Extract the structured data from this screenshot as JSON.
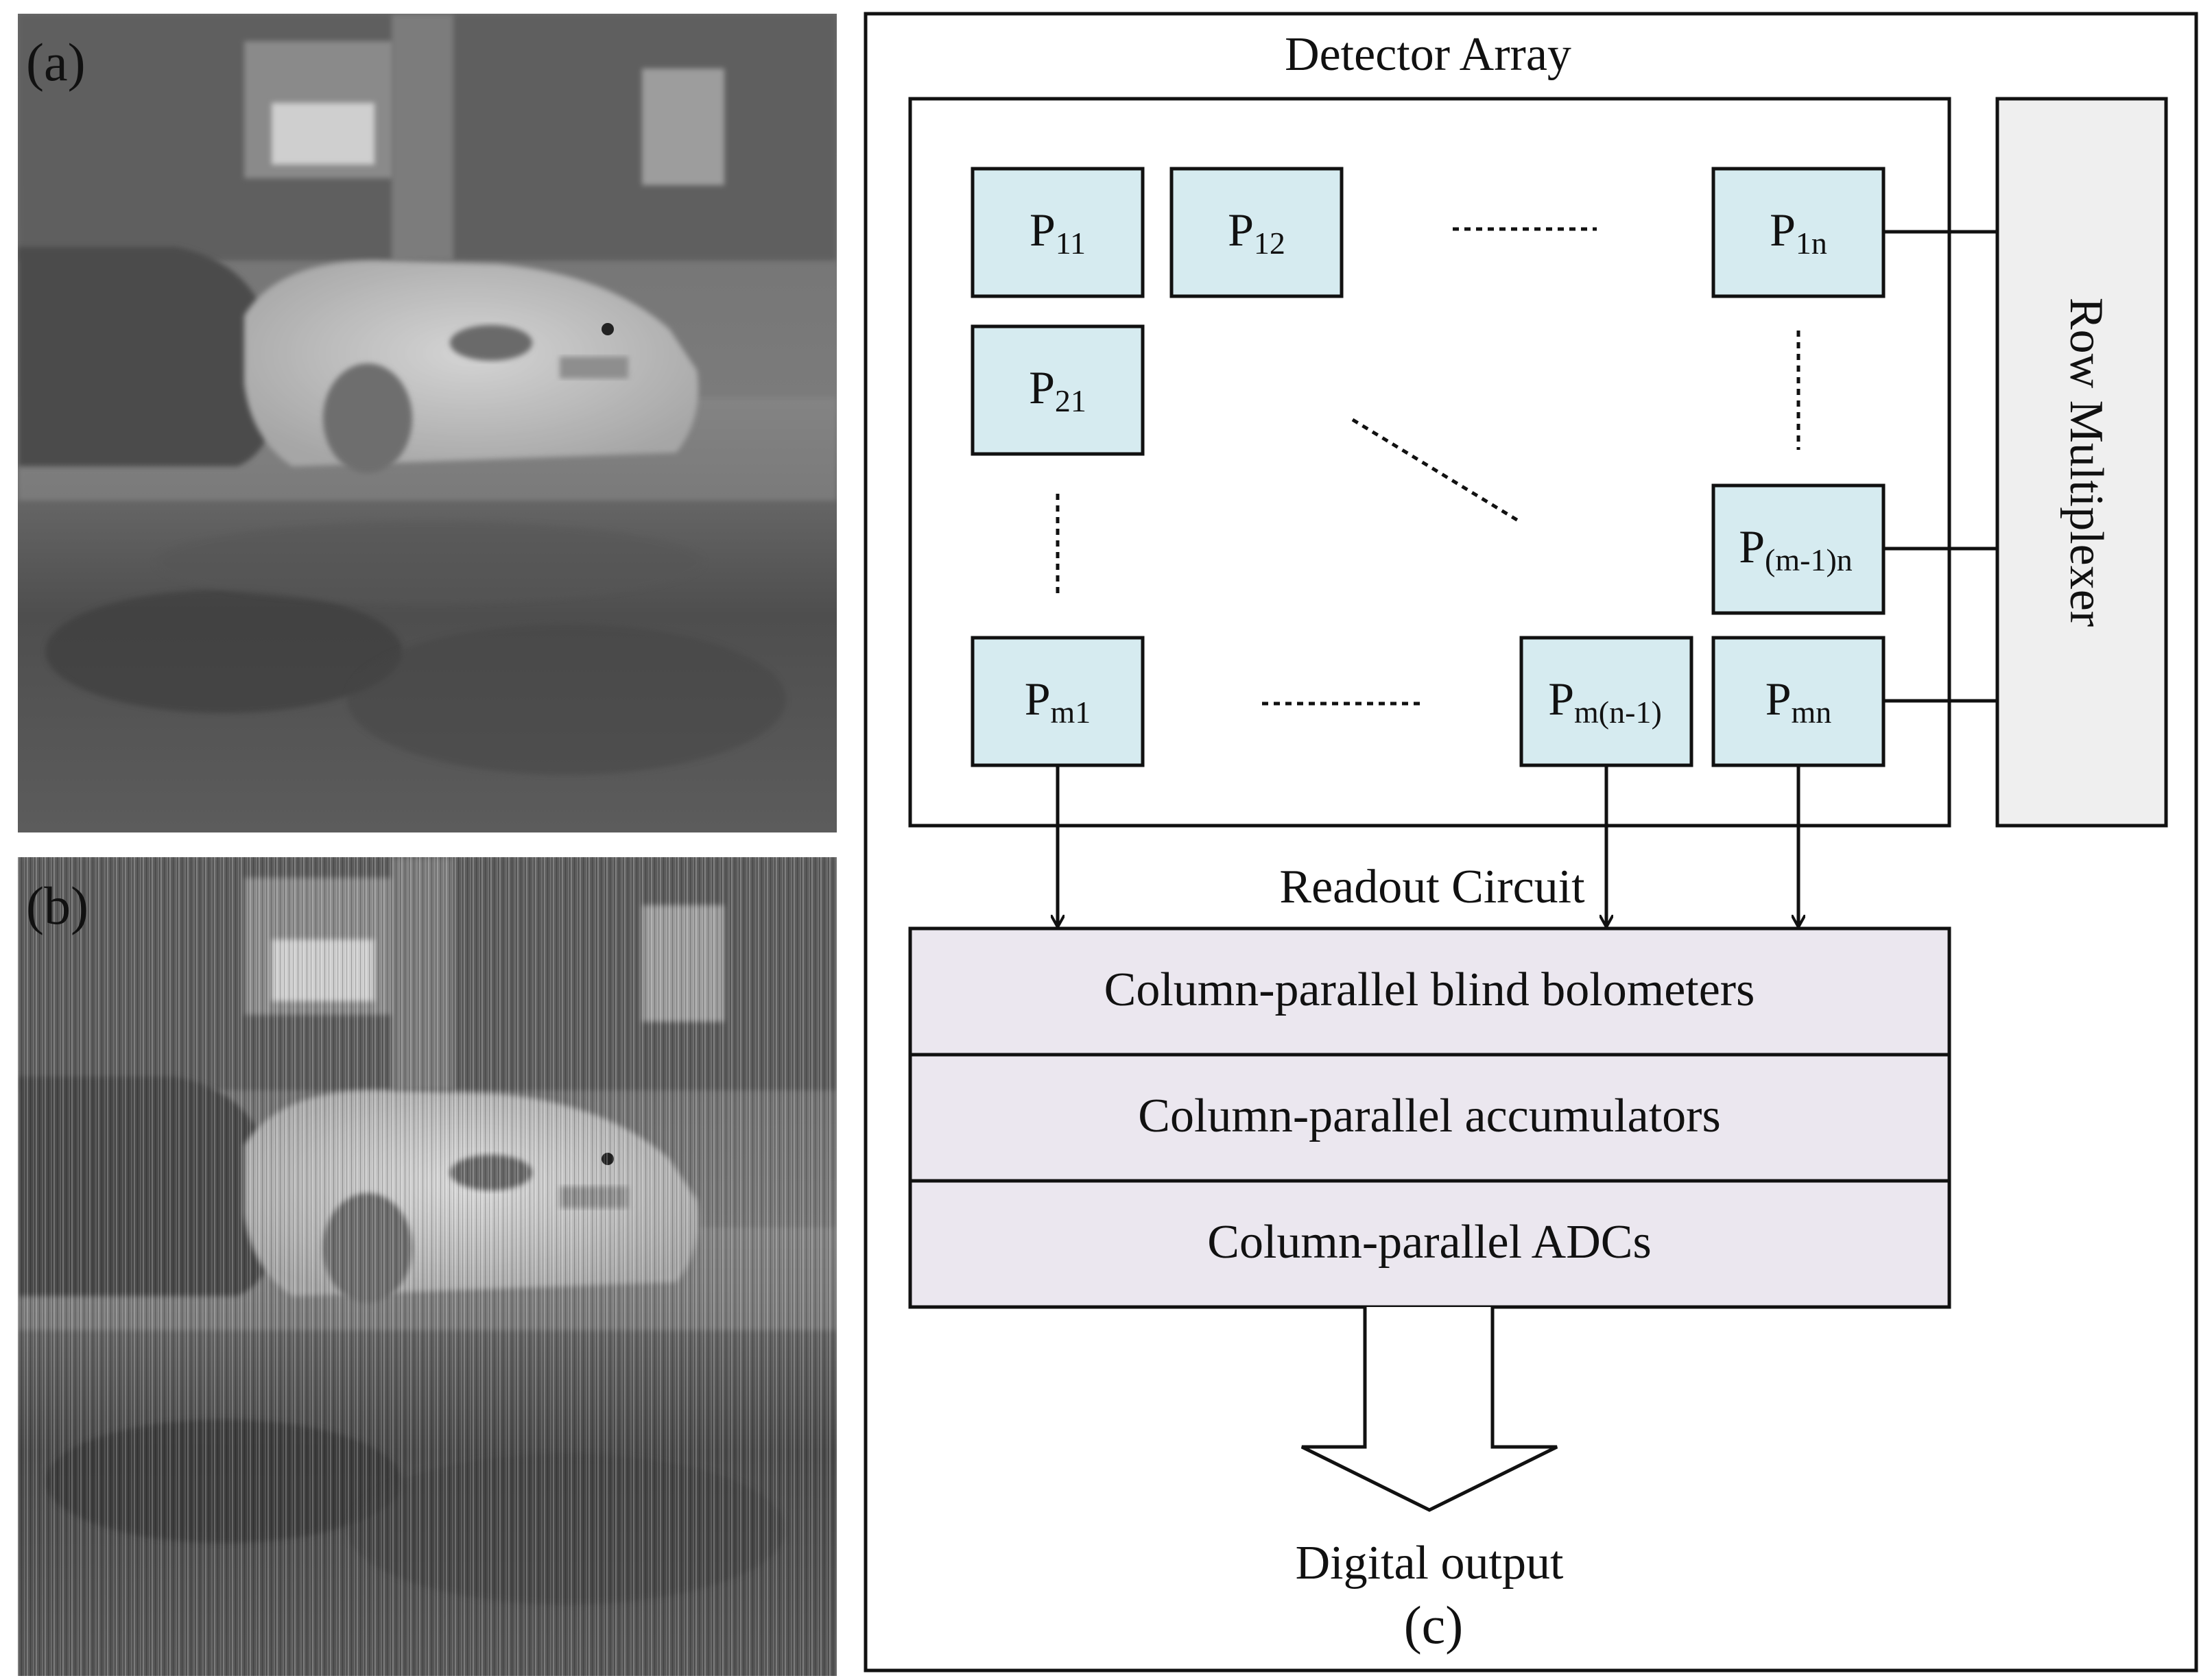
{
  "panels": {
    "a_label": "(a)",
    "b_label": "(b)",
    "c_label": "(c)"
  },
  "diagram": {
    "detector_array_title": "Detector Array",
    "row_multiplexer": "Row Multiplexer",
    "readout_title": "Readout Circuit",
    "readout_rows": [
      "Column-parallel blind bolometers",
      "Column-parallel accumulators",
      "Column-parallel ADCs"
    ],
    "output_label": "Digital output",
    "pixels": {
      "p11": {
        "main": "P",
        "sub": "11"
      },
      "p12": {
        "main": "P",
        "sub": "12"
      },
      "p1n": {
        "main": "P",
        "sub": "1n"
      },
      "p21": {
        "main": "P",
        "sub": "21"
      },
      "pm1n": {
        "main": "P",
        "sub": "(m-1)n"
      },
      "pm1": {
        "main": "P",
        "sub": "m1"
      },
      "pmn1": {
        "main": "P",
        "sub": "m(n-1)"
      },
      "pmn": {
        "main": "P",
        "sub": "mn"
      }
    }
  },
  "colors": {
    "pixel_fill": "#d6ebf0",
    "readout_fill": "#ebe7ef",
    "multiplexer_fill": "#efefef",
    "stroke": "#111111"
  }
}
